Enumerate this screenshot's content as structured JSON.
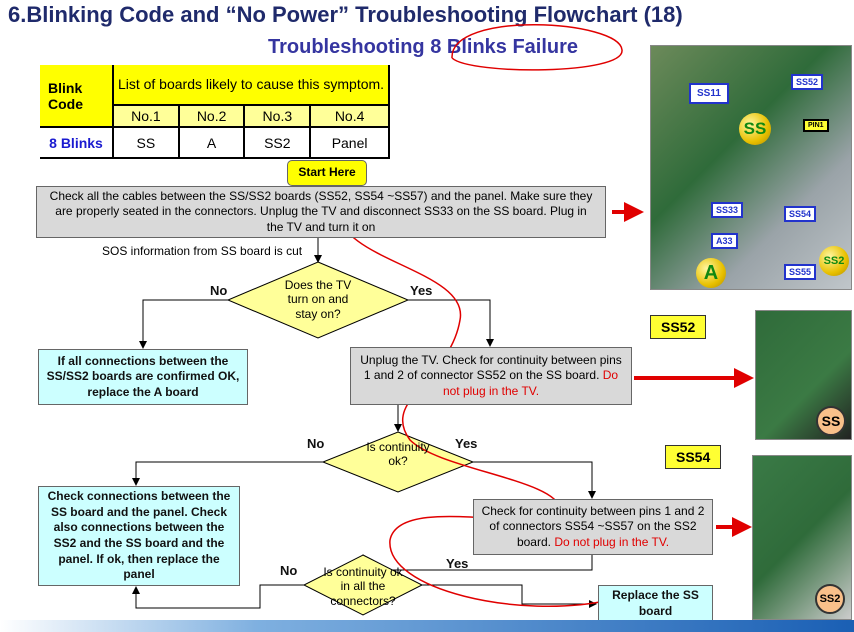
{
  "title": "6.Blinking Code and “No Power” Troubleshooting Flowchart (18)",
  "subtitle": "Troubleshooting 8 Blinks Failure",
  "table": {
    "blink_code_header": "Blink Code",
    "list_header": "List of boards likely to cause this symptom.",
    "columns": [
      "No.1",
      "No.2",
      "No.3",
      "No.4"
    ],
    "row_label": "8 Blinks",
    "row_values": [
      "SS",
      "A",
      "SS2",
      "Panel"
    ]
  },
  "flow": {
    "start": "Start Here",
    "step1": "Check all the cables between the SS/SS2 boards (SS52, SS54 ~SS57) and the panel. Make sure they are properly seated in the connectors. Unplug the TV and disconnect SS33 on the SS board. Plug in the TV and turn it on",
    "sos_note": "SOS information from SS board is cut",
    "q1": "Does the TV turn on and stay on?",
    "no": "No",
    "yes": "Yes",
    "no_branch1": "If all connections between the SS/SS2 boards are confirmed OK, replace the A board",
    "step2": "Unplug the TV. Check for continuity between pins 1 and 2 of connector SS52 on the SS board.",
    "warn": "Do not plug in the TV.",
    "q2": "Is continuity ok?",
    "no_branch2": "Check connections between the SS board and the panel. Check also connections between the SS2 and the SS board and the panel. If ok, then replace the panel",
    "step3": "Check for continuity between pins 1 and 2 of connectors SS54 ~SS57 on the SS2 board.",
    "q3": "Is continuity ok in all the connectors?",
    "final": "Replace the SS board"
  },
  "photos": {
    "board_labels": [
      "SS11",
      "SS52",
      "PIN1",
      "SS33",
      "SS54",
      "A33",
      "SS55"
    ],
    "coins": [
      "SS",
      "A",
      "SS2"
    ],
    "detail1_label": "SS52",
    "detail1_coin": "SS",
    "detail2_label": "SS54",
    "detail2_coin": "SS2"
  },
  "colors": {
    "title": "#1F2A6B",
    "highlight": "#FFFF00",
    "cyan_box": "#CCFFFF",
    "gray_box": "#D9D9D9",
    "arrow": "#E00000"
  }
}
